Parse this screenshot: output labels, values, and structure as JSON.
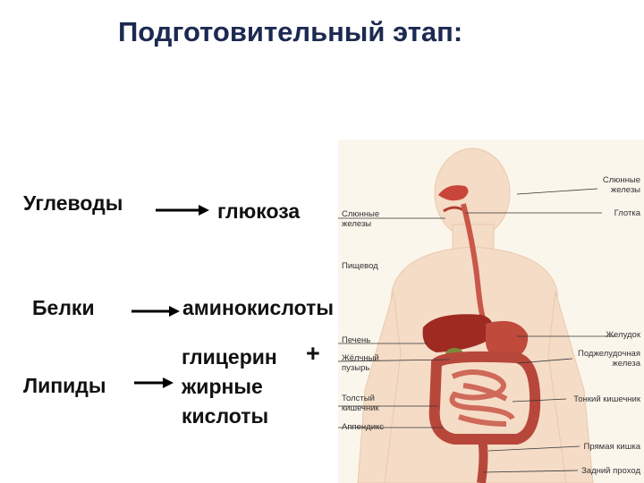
{
  "title": "Подготовительный этап:",
  "rows": {
    "carbs": {
      "source": "Углеводы",
      "product": "глюкоза"
    },
    "proteins": {
      "source": "Белки",
      "product": "аминокислоты"
    },
    "lipids": {
      "source": "Липиды",
      "product_line1": "глицерин",
      "plus": "+",
      "product_line2": "жирные",
      "product_line3": "кислоты"
    }
  },
  "diagram": {
    "labels_left": {
      "salivary": "Слюнные\nжелезы",
      "esophagus": "Пищевод",
      "liver": "Печень",
      "gallbladder": "Жёлчный\nпузырь",
      "large_intestine": "Толстый\nкишечник",
      "appendix": "Аппендикс"
    },
    "labels_right": {
      "salivary": "Слюнные\nжелезы",
      "pharynx": "Глотка",
      "stomach": "Желудок",
      "pancreas": "Поджелудочная\nжелеза",
      "small_intestine": "Тонкий кишечник",
      "rectum": "Прямая кишка",
      "anus": "Задний проход"
    }
  }
}
